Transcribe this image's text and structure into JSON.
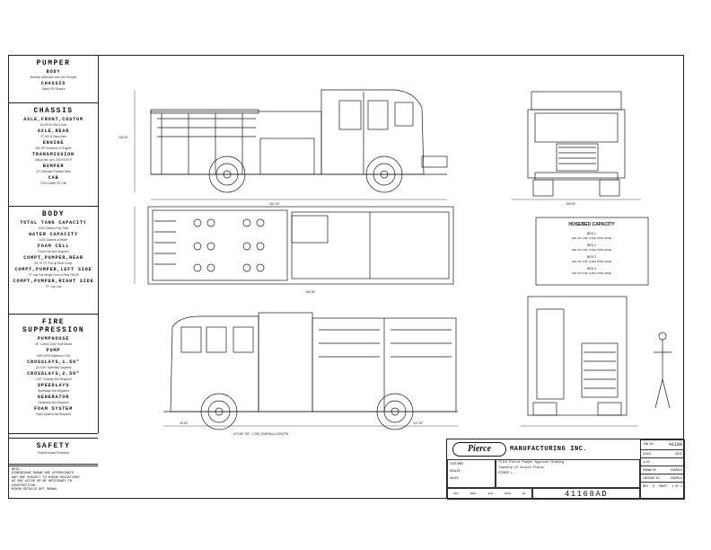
{
  "specs": {
    "pumper": {
      "title": "PUMPER",
      "body_label": "BODY",
      "body_value": "Medium Aluminum 2nd Gen Pumper",
      "chassis_label": "CHASSIS",
      "chassis_value": "Saber FR Chassis"
    },
    "chassis": {
      "title": "CHASSIS",
      "axle_front_label": "AXLE,FRONT,CUSTOM",
      "axle_front_value": "16,000 lb TAK-4 Axle",
      "axle_rear_label": "AXLE,REAR",
      "axle_rear_value": "27,000 lb Dana Axle",
      "engine_label": "ENGINE",
      "engine_value": "450 HP Cummins L9 Engine",
      "transmission_label": "TRANSMISSION",
      "transmission_value": "Allison 5th Gen, 3000 EVS P",
      "bumper_label": "BUMPER",
      "bumper_value": "22\" Extended Painted Steel",
      "cab_label": "CAB",
      "cab_value": "70/10 Saber FR Cab"
    },
    "body": {
      "title": "BODY",
      "tank_label": "TOTAL TANK CAPACITY",
      "tank_value": "1000 Gallons Poly Tank",
      "water_label": "WATER CAPACITY",
      "water_value": "1000 Gallons of Water",
      "foam_label": "FOAM CELL",
      "foam_value": "Foam Cell Not Required",
      "rear_label": "COMPT,PUMPER,REAR",
      "rear_value": "35.75\" FF Pull-up Rear Comp",
      "left_label": "COMPT,PUMPER,LEFT SIDE",
      "left_value": "72\" Lap Full Height Front & Rear FBL69",
      "right_label": "COMPT,PUMPER,RIGHT SIDE",
      "right_value": "72\" Lap Low"
    },
    "fire": {
      "title": "FIRE SUPPRESSION",
      "pumphouse_label": "PUMPHOUSE",
      "pumphouse_value": "45\" Control Zone Side Mount",
      "pump_label": "PUMP",
      "pump_value": "2000 GPM Waterous CSU",
      "cross1_label": "CROSSLAYS,1.50\"",
      "cross1_value": "(2) 1.50\" Speedlay Capacity",
      "cross2_label": "CROSSLAYS,2.50\"",
      "cross2_value": "2.50\" Crosslay Not Required",
      "speedlays_label": "SPEEDLAYS",
      "speedlays_value": "Speedlays Not Required",
      "generator_label": "GENERATOR",
      "generator_value": "Generator Not Required",
      "foam_label": "FOAM SYSTEM",
      "foam_value": "Foam System Not Required"
    },
    "safety": {
      "title": "SAFETY",
      "value": "Frontal Impact Protection"
    }
  },
  "note": {
    "title": "NOTE:",
    "lines": [
      "DIMENSIONS SHOWN ARE APPROXIMATE",
      "AND ARE SUBJECT TO MINOR DEVIATIONS",
      "AS MAY OCCUR OR BE NECESSARY IN",
      "CONSTRUCTION.",
      "MINOR DETAILS NOT SHOWN."
    ]
  },
  "hosebed": {
    "title": "HOSEBED CAPACITY",
    "beds": [
      {
        "label": "BED 1",
        "value": "400' OF 1.50\" (LDH) PIPE HOSE"
      },
      {
        "label": "BED 2",
        "value": "400' OF 2.50\" (LDH) PIPE HOSE"
      },
      {
        "label": "BED 3",
        "value": "400' OF 3.00\" (LDH) PIPE HOSE"
      },
      {
        "label": "BED 4",
        "value": "400' OF 5.00\" (LDH) PIPE HOSE"
      }
    ]
  },
  "title_block": {
    "company": "MANUFACTURING INC.",
    "logo": "Pierce",
    "job_label": "JOB NO.",
    "job_no": "41168",
    "date_label": "DATE",
    "scale_label": "SCALE",
    "scale": "1=24",
    "title_label": "TITLE",
    "title": "Pierce Pumper Approval Drawing",
    "customer_label": "CUSTOMER",
    "customer": "Township of Scotch Plains",
    "dealer_label": "DEALER",
    "dealer": "PIERCE",
    "sales_label": "SALES",
    "sales": "L.",
    "drawn_label": "DRAWN BY",
    "drawn_date": "25APR24",
    "checked_label": "CHECKED BY",
    "checked_date": "25APR24",
    "dwg_no": "41168AD",
    "rev_label": "REV",
    "rev": "D",
    "sheet_label": "SHEET",
    "sheet": "1 OF 1",
    "rev_cols": [
      "REV",
      "DESC",
      "ECN",
      "DATE",
      "BY"
    ]
  },
  "drawing": {
    "dim_overall": "470.08\" (39' - 2.08\") OVERALL LENGTH",
    "dim_height": "118.00\"",
    "dim_wheelbase": "201.00\"",
    "dim_front": "40.00\"",
    "dim_rear": "147.00\"",
    "dim_width": "100.00\"",
    "dim_top": "180.00\""
  },
  "colors": {
    "line": "#1a1a1a",
    "paper": "#ffffff"
  }
}
